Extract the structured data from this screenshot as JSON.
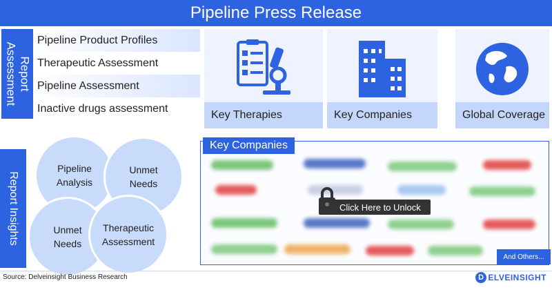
{
  "title": "Pipeline Press Release",
  "report_assessment": {
    "side_label": "Report\nAssessment",
    "items": [
      "Pipeline Product Profiles",
      "Therapeutic Assessment",
      "Pipeline Assessment",
      "Inactive drugs assessment"
    ]
  },
  "cards": [
    {
      "label": "Key Therapies",
      "icon": "therapy-checklist-microscope-icon"
    },
    {
      "label": "Key Companies",
      "icon": "buildings-icon"
    },
    {
      "label": "Global Coverage",
      "icon": "globe-icon"
    }
  ],
  "report_insights": {
    "side_label": "Report Insights",
    "circles": [
      "Pipeline\nAnalysis",
      "Unmet\nNeeds",
      "Unmet\nNeeds",
      "Therapeutic\nAssessment"
    ]
  },
  "key_companies": {
    "title": "Key Companies",
    "unlock_label": "Click Here to Unlock",
    "others_label": "And Others..."
  },
  "footer": {
    "source": "Source: Delveinsight Business Research",
    "logo_text": "ELVEINSIGHT",
    "logo_letter": "D"
  },
  "colors": {
    "primary": "#2d63e0",
    "light": "#c5d6fb",
    "card_bg": "#eef3ff"
  }
}
